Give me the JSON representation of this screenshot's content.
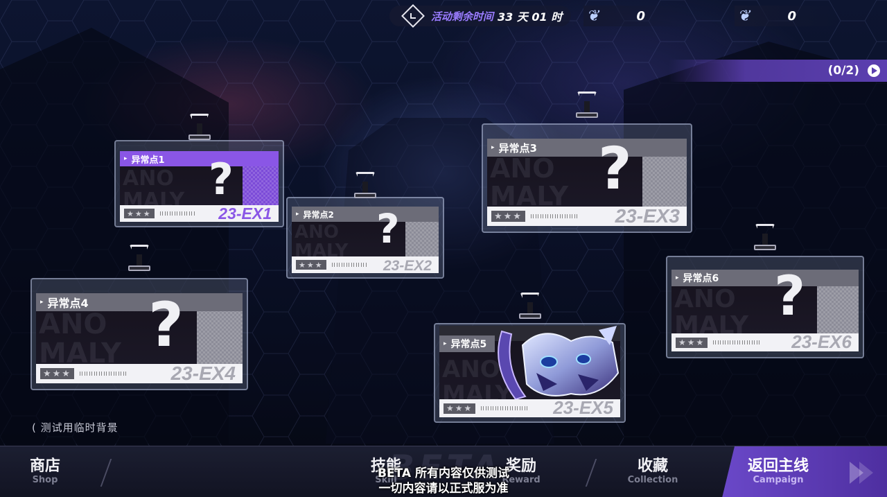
{
  "timer": {
    "label": "活动剩余时间",
    "value": "33 天 01 时",
    "icon": "clock-diamond-icon"
  },
  "currencies": [
    {
      "icon": "butterfly-wing-icon",
      "value": "0"
    },
    {
      "icon": "butterfly-wing-icon",
      "value": "0"
    }
  ],
  "progress": {
    "text": "(0/2)",
    "icon": "play-circle-icon"
  },
  "cards": [
    {
      "title": "异常点1",
      "code": "23-EX1",
      "stars": "★★★",
      "bg_text": "ANO\nMALY",
      "locked": true,
      "active": true
    },
    {
      "title": "异常点2",
      "code": "23-EX2",
      "stars": "★★★",
      "bg_text": "ANO\nMALY",
      "locked": true,
      "active": false
    },
    {
      "title": "异常点3",
      "code": "23-EX3",
      "stars": "★★★",
      "bg_text": "ANO\nMALY",
      "locked": true,
      "active": false
    },
    {
      "title": "异常点4",
      "code": "23-EX4",
      "stars": "★★★",
      "bg_text": "ANO\nMALY",
      "locked": true,
      "active": false
    },
    {
      "title": "异常点5",
      "code": "23-EX5",
      "stars": "★★★",
      "bg_text": "ANO\nMALY",
      "locked": false,
      "active": false
    },
    {
      "title": "异常点6",
      "code": "23-EX6",
      "stars": "★★★",
      "bg_text": "ANO\nMALY",
      "locked": true,
      "active": false
    }
  ],
  "note": "( 测试用临时背景",
  "nav": {
    "shop": {
      "cn": "商店",
      "en": "Shop"
    },
    "skills": {
      "cn": "技能",
      "en": "Skill"
    },
    "reward": {
      "cn": "奖励",
      "en": "Reward"
    },
    "collection": {
      "cn": "收藏",
      "en": "Collection"
    },
    "campaign": {
      "cn": "返回主线",
      "en": "Campaign"
    }
  },
  "watermark": "BETA",
  "disclaimer": {
    "line1": "BETA 所有内容仅供测试",
    "line2": "一切内容请以正式服为准"
  },
  "colors": {
    "accent": "#8a56e6",
    "banner": "#5b3fb0",
    "timer_label": "#9a7cff"
  }
}
